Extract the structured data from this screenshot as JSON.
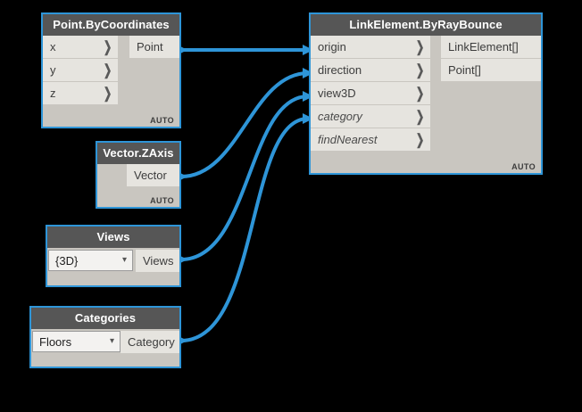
{
  "app": {
    "canvas_background": "#000000",
    "wire_color": "#2e95d8",
    "accent": "#2e95d8",
    "header_color": "#565656",
    "body_color": "#c9c6c0",
    "port_color": "#e6e4df"
  },
  "nodes": [
    {
      "id": "point-bycoordinates",
      "title": "Point.ByCoordinates",
      "inputs": [
        {
          "label": "x",
          "optional": false
        },
        {
          "label": "y",
          "optional": false
        },
        {
          "label": "z",
          "optional": false
        }
      ],
      "outputs": [
        {
          "label": "Point"
        }
      ],
      "state_label": "AUTO"
    },
    {
      "id": "linkelement-byraybounce",
      "title": "LinkElement.ByRayBounce",
      "inputs": [
        {
          "label": "origin",
          "optional": false
        },
        {
          "label": "direction",
          "optional": false
        },
        {
          "label": "view3D",
          "optional": false
        },
        {
          "label": "category",
          "optional": true
        },
        {
          "label": "findNearest",
          "optional": true
        }
      ],
      "outputs": [
        {
          "label": "LinkElement[]"
        },
        {
          "label": "Point[]"
        }
      ],
      "state_label": "AUTO"
    },
    {
      "id": "vector-zaxis",
      "title": "Vector.ZAxis",
      "inputs": [],
      "outputs": [
        {
          "label": "Vector"
        }
      ],
      "state_label": "AUTO"
    },
    {
      "id": "views",
      "title": "Views",
      "inputs": [],
      "outputs": [
        {
          "label": "Views"
        }
      ],
      "dropdown": {
        "value": "{3D}",
        "caret": "chevron-down-icon"
      },
      "state_label": ""
    },
    {
      "id": "categories",
      "title": "Categories",
      "inputs": [],
      "outputs": [
        {
          "label": "Category"
        }
      ],
      "dropdown": {
        "value": "Floors",
        "caret": "chevron-down-icon"
      },
      "state_label": ""
    }
  ],
  "connections": [
    {
      "from_node": "point-bycoordinates",
      "from_port": "Point",
      "to_node": "linkelement-byraybounce",
      "to_port": "origin"
    },
    {
      "from_node": "vector-zaxis",
      "from_port": "Vector",
      "to_node": "linkelement-byraybounce",
      "to_port": "direction"
    },
    {
      "from_node": "views",
      "from_port": "Views",
      "to_node": "linkelement-byraybounce",
      "to_port": "view3D"
    },
    {
      "from_node": "categories",
      "from_port": "Category",
      "to_node": "linkelement-byraybounce",
      "to_port": "category"
    }
  ]
}
